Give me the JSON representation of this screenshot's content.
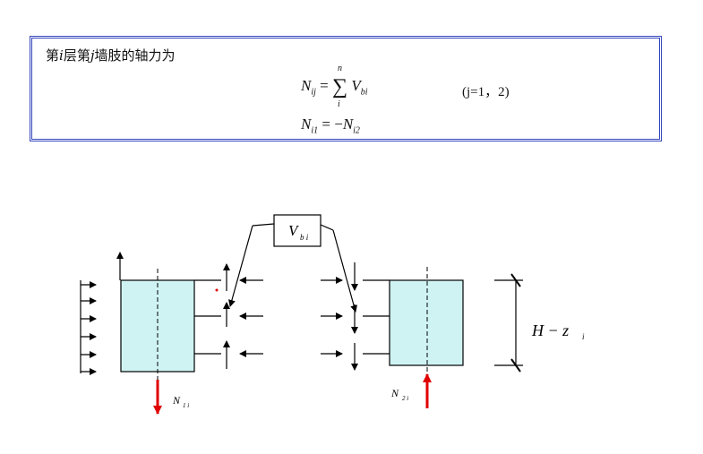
{
  "formula_box": {
    "intro": {
      "p1": "第",
      "v1": "i",
      "p2": "层第",
      "v2": "j",
      "p3": "墙肢的轴力为"
    },
    "eq1": {
      "lhs": "N",
      "lhs_sub": "ij",
      "eq": "=",
      "sum_top": "n",
      "sum_bottom": "i",
      "rhs": "V",
      "rhs_sub": "bi"
    },
    "condition": "(j=1，2)",
    "eq2": {
      "lhs": "N",
      "lhs_sub": "i1",
      "eq": "=",
      "minus": "−",
      "rhs": "N",
      "rhs_sub": "i2"
    }
  },
  "diagram": {
    "vbi_label": "V",
    "vbi_sub": "b i",
    "n1_label": "N",
    "n1_sub": "1 i",
    "n2_label": "N",
    "n2_sub": "2 i",
    "height_label": "H  − z",
    "height_sub": "i",
    "colors": {
      "wall_fill": "#cff3f3",
      "axial_force": "#e00000",
      "line": "#000000"
    }
  }
}
